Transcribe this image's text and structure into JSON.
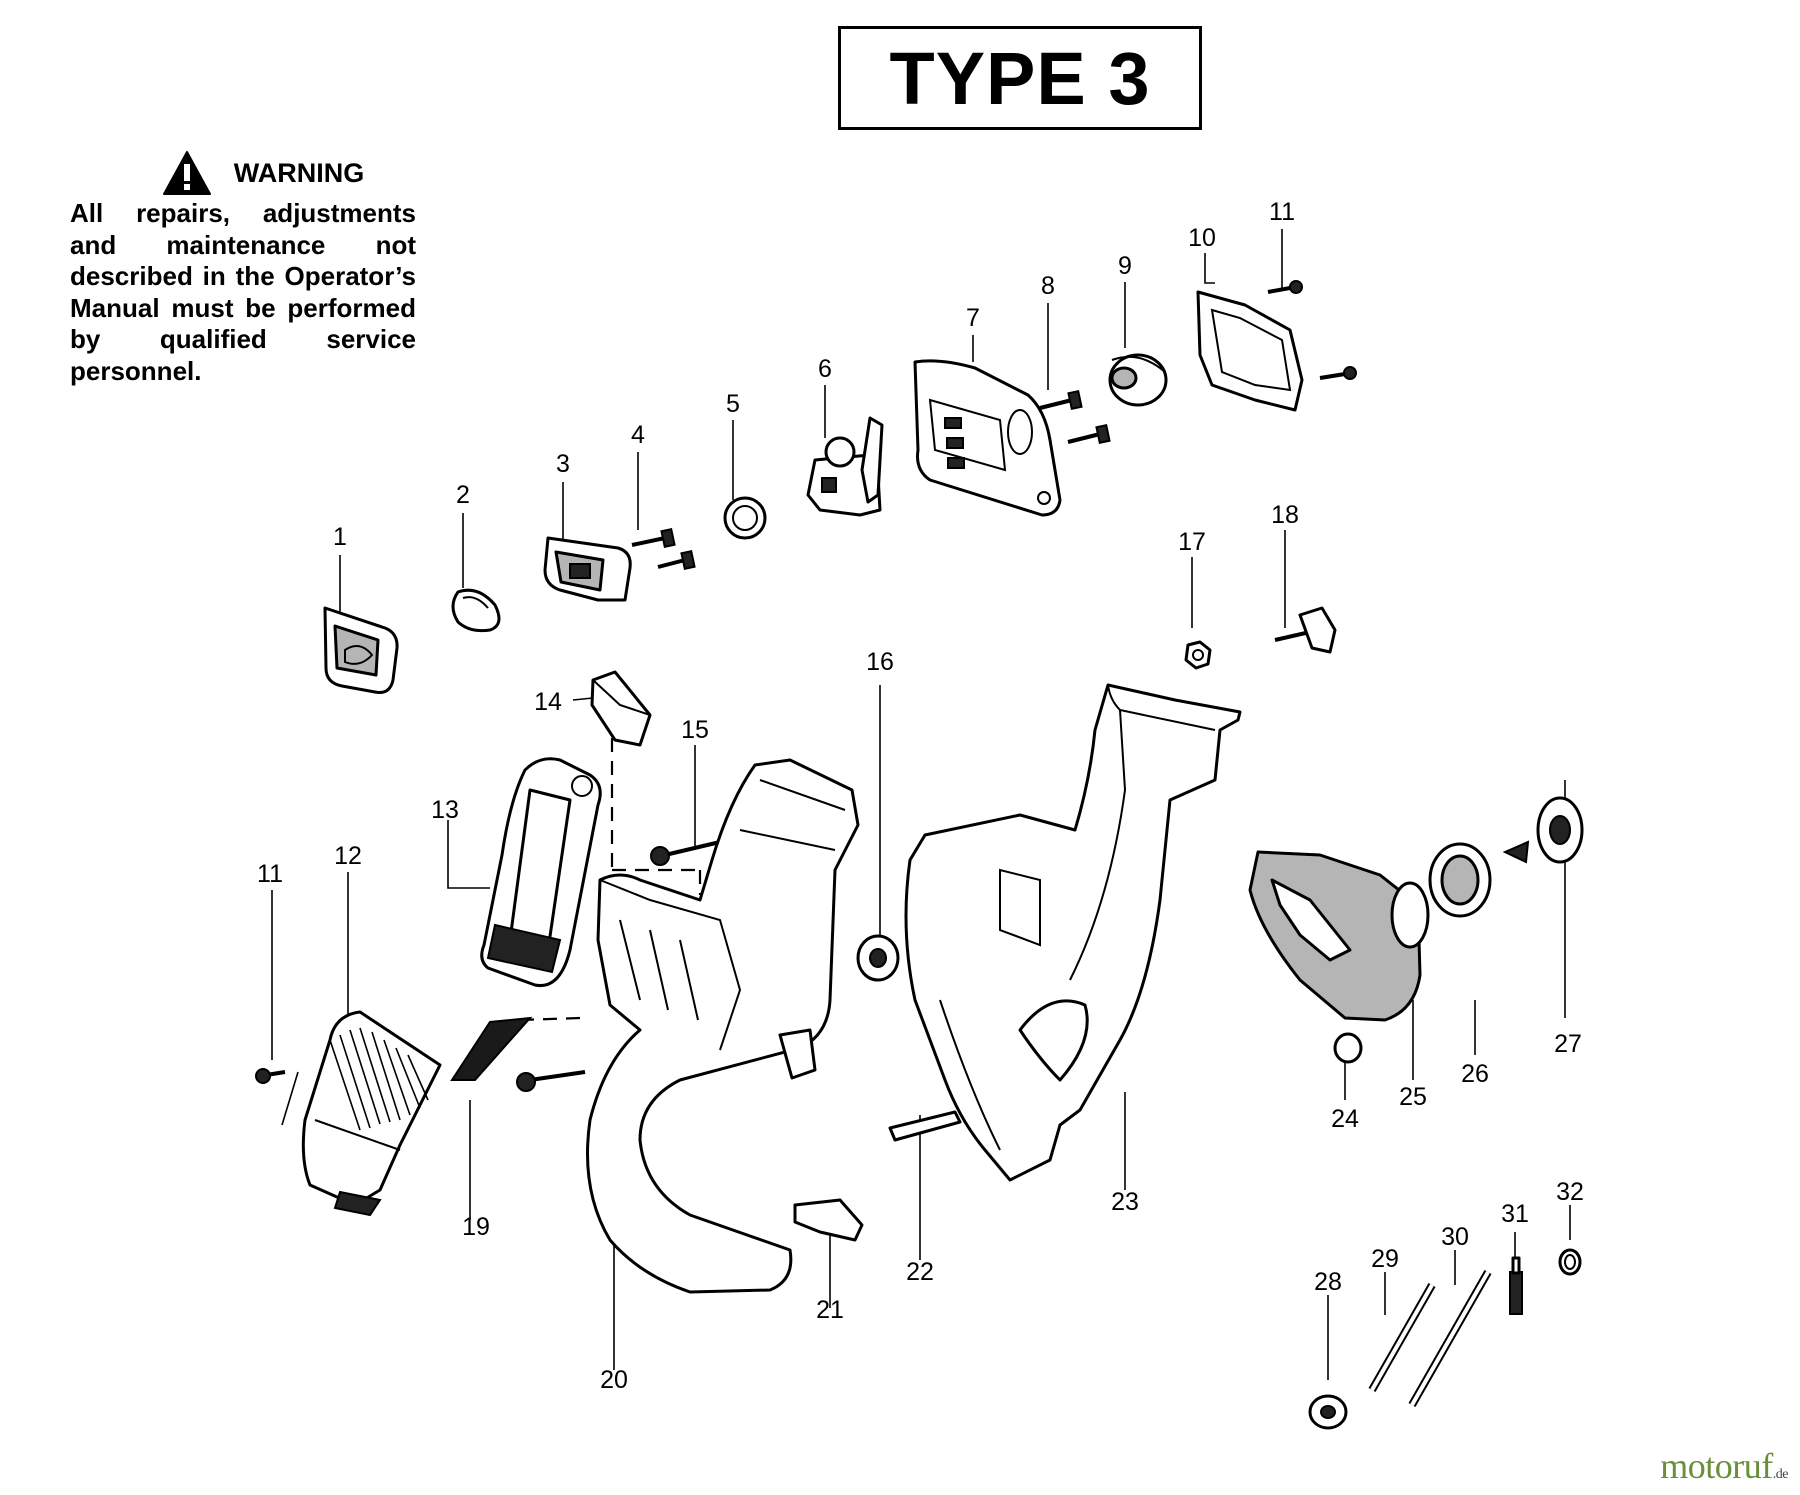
{
  "title": "TYPE 3",
  "warning": {
    "heading": "WARNING",
    "icon": "warning-triangle-icon",
    "text": "All repairs, adjustments and maintenance not described in the Operator’s Manual must be performed by qualified service personnel."
  },
  "watermark": {
    "brand": "motoruf",
    "suffix": ".de"
  },
  "parts": [
    {
      "n": "1"
    },
    {
      "n": "2"
    },
    {
      "n": "3"
    },
    {
      "n": "4"
    },
    {
      "n": "5"
    },
    {
      "n": "6"
    },
    {
      "n": "7"
    },
    {
      "n": "8"
    },
    {
      "n": "9"
    },
    {
      "n": "10"
    },
    {
      "n": "11"
    },
    {
      "n": "11"
    },
    {
      "n": "12"
    },
    {
      "n": "13"
    },
    {
      "n": "14"
    },
    {
      "n": "15"
    },
    {
      "n": "16"
    },
    {
      "n": "17"
    },
    {
      "n": "18"
    },
    {
      "n": "19"
    },
    {
      "n": "20"
    },
    {
      "n": "21"
    },
    {
      "n": "22"
    },
    {
      "n": "23"
    },
    {
      "n": "24"
    },
    {
      "n": "25"
    },
    {
      "n": "26"
    },
    {
      "n": "27"
    },
    {
      "n": "28"
    },
    {
      "n": "29"
    },
    {
      "n": "30"
    },
    {
      "n": "31"
    },
    {
      "n": "32"
    }
  ]
}
